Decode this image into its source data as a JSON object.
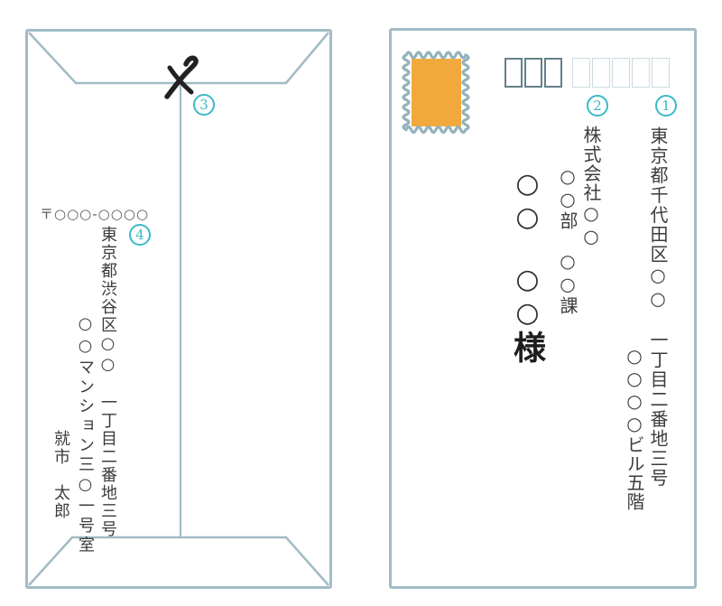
{
  "colors": {
    "accent_teal": "#39bac5",
    "envelope_border": "#a2bcc5",
    "stamp_orange": "#f2a93c",
    "postal_box_dark_border": "#64808a",
    "postal_box_light_border": "#ccdbe0",
    "text_ink": "#3c3c3c"
  },
  "back_envelope": {
    "seal_mark": "〆",
    "step3": "3",
    "step4": "4",
    "postal_code": "〒○○○-○○○○",
    "address_line1": "東京都渋谷区○○　一丁目二番地三号",
    "address_line2": "○○マンション三○一号室",
    "sender_name": "就市　太郎"
  },
  "front_envelope": {
    "step1": "1",
    "step2": "2",
    "postal_boxes": {
      "dark_count": 3,
      "light_count": 5
    },
    "address_line1": "東京都千代田区○○　一丁目二番地三号",
    "address_line2": "○○○○ビル五階",
    "company": "株式会社○○",
    "department": "○○部　○○課",
    "recipient_name": "○○　○○",
    "honorific": "様"
  }
}
